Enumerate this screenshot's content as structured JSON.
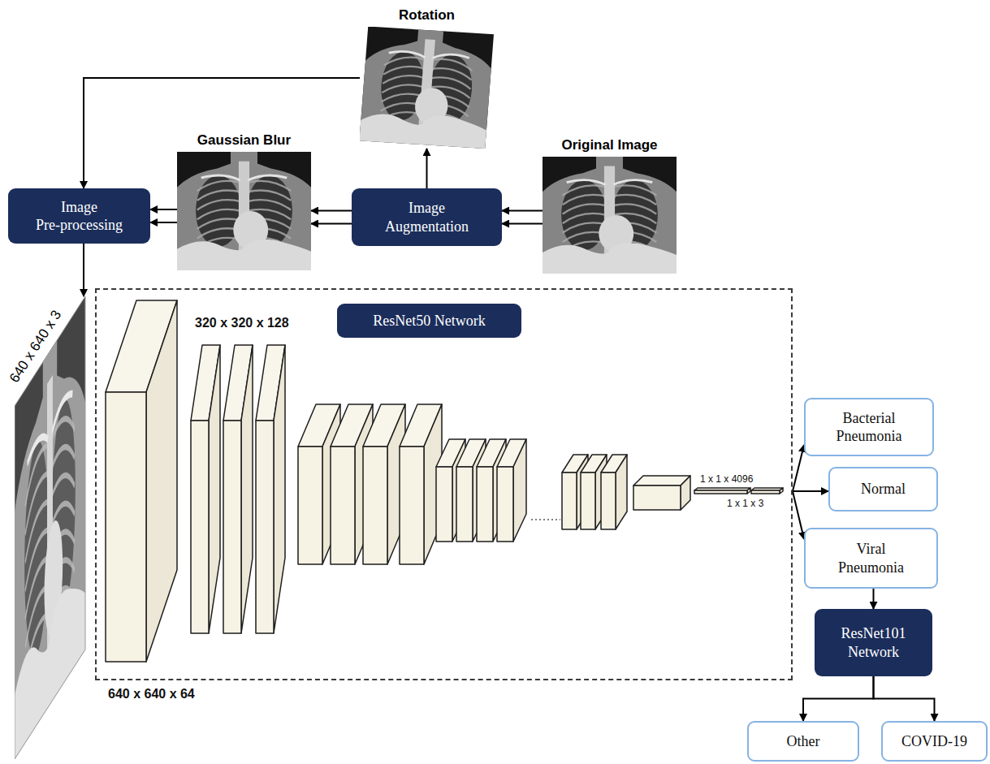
{
  "diagram": {
    "nodes": [
      {
        "text": [
          "Rotation"
        ]
      },
      {
        "text": [
          "Image Pre-processing"
        ]
      },
      {
        "text": [
          "Gaussian Blur"
        ]
      },
      {
        "text": [
          "Image Augmentation"
        ]
      },
      {
        "text": [
          "Original Image"
        ]
      },
      {
        "text": [
          "640 x 640 x 3"
        ]
      },
      {
        "text": [
          "ResNet50 Network"
        ]
      },
      {
        "text": [
          "Bacterial Pneumonia"
        ]
      },
      {
        "text": [
          "Normal"
        ]
      },
      {
        "text": [
          "Viral Pneumonia"
        ]
      },
      {
        "text": [
          "ResNet101 Network"
        ]
      },
      {
        "text": [
          "Other"
        ]
      },
      {
        "text": [
          "COVID-19"
        ]
      }
    ],
    "edges": [
      {
        "from": 4,
        "to": 3,
        "arrow": "to"
      },
      {
        "from": 3,
        "to": 0,
        "arrow": "to"
      },
      {
        "from": 3,
        "to": 2,
        "arrow": "to"
      },
      {
        "from": 2,
        "to": 1,
        "arrow": "to"
      },
      {
        "from": 0,
        "to": 1,
        "arrow": "to"
      },
      {
        "from": 1,
        "to": 5,
        "arrow": "to"
      },
      {
        "from": 6,
        "to": 7,
        "arrow": "to"
      },
      {
        "from": 6,
        "to": 8,
        "arrow": "to"
      },
      {
        "from": 6,
        "to": 9,
        "arrow": "to"
      },
      {
        "from": 9,
        "to": 10,
        "arrow": "to"
      },
      {
        "from": 10,
        "to": 11,
        "arrow": "to"
      },
      {
        "from": 10,
        "to": 12,
        "arrow": "to"
      }
    ],
    "labels": [
      "320 x 320 x 128",
      "640 x 640 x 64",
      "1 x 1 x 4096",
      "1 x 1 x 3"
    ]
  }
}
